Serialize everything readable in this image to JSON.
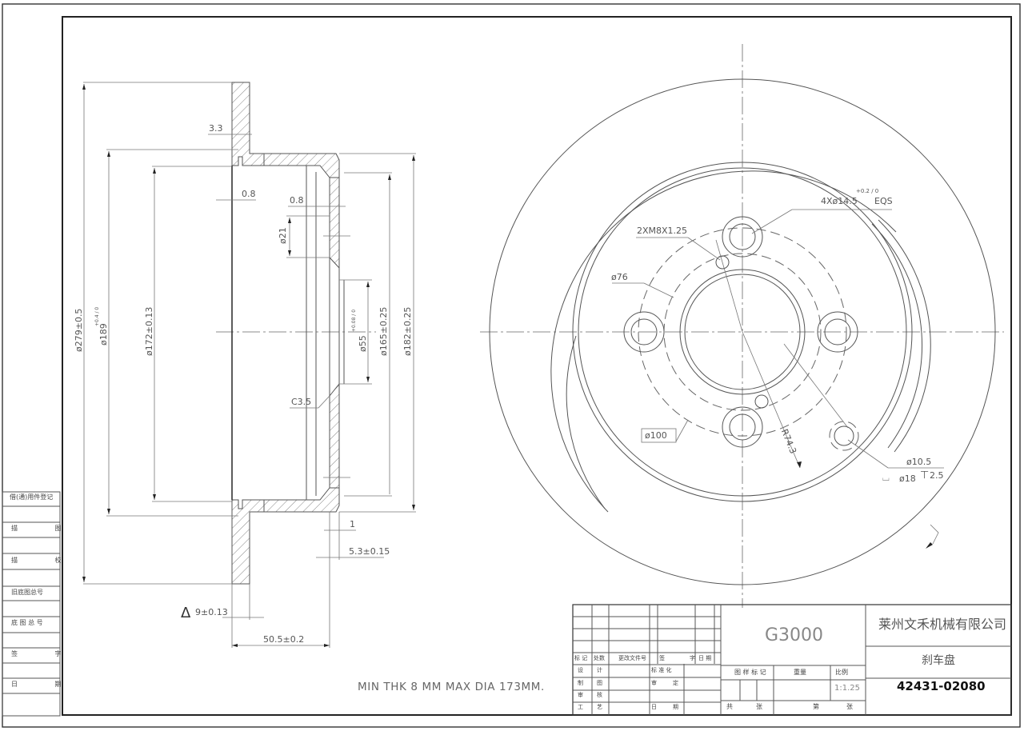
{
  "drawing": {
    "title_block": {
      "model": "G3000",
      "company": "莱州文禾机械有限公司",
      "part_name": "刹车盘",
      "part_number": "42431-02080",
      "scale": "1:1.25",
      "revision_header": [
        "标 记",
        "处数",
        "更改文件号",
        "签",
        "字",
        "日 期"
      ],
      "rows": [
        {
          "a": "设",
          "b": "计",
          "c": "标 准 化"
        },
        {
          "a": "制",
          "b": "图",
          "c": "审",
          "d": "定"
        },
        {
          "a": "审",
          "b": "核"
        },
        {
          "a": "工",
          "b": "艺",
          "c": "日",
          "d": "期"
        }
      ],
      "info_header": [
        "图 样 标 记",
        "重量",
        "比例"
      ],
      "sheet_labels": [
        "共",
        "张",
        "第",
        "张"
      ]
    },
    "side_table": [
      "借(通)用件登记",
      "描  图",
      "描  校",
      "旧底图总号",
      "底 图 总 号",
      "签  字",
      "日  期"
    ],
    "note": "MIN THK 8 MM MAX DIA 173MM.",
    "section_view": {
      "dims": {
        "d279": "ø279±0.5",
        "d189": "ø189",
        "d189_tol": "+0.4 / 0",
        "d172": "ø172±0.13",
        "d55": "ø55",
        "d55_tol": "+0.08 / 0",
        "d165": "ø165±0.25",
        "d182": "ø182±0.25",
        "d21": "ø21",
        "t33": "3.3",
        "t08a": "0.8",
        "t08b": "0.8",
        "c35": "C3.5",
        "t1": "1",
        "t53": "5.3±0.15",
        "t9": "9±0.13",
        "t505": "50.5±0.2",
        "delta": "Δ"
      }
    },
    "front_view": {
      "callouts": {
        "bolt_holes": "4Xø14.5",
        "bolt_tol": "+0.2 / 0",
        "bolt_eqs": "EQS",
        "threads": "2XM8X1.25",
        "d76": "ø76",
        "d100": "ø100",
        "r743": "R74.3",
        "d105": "ø10.5",
        "d18": "ø18",
        "depth": "2.5"
      }
    }
  }
}
